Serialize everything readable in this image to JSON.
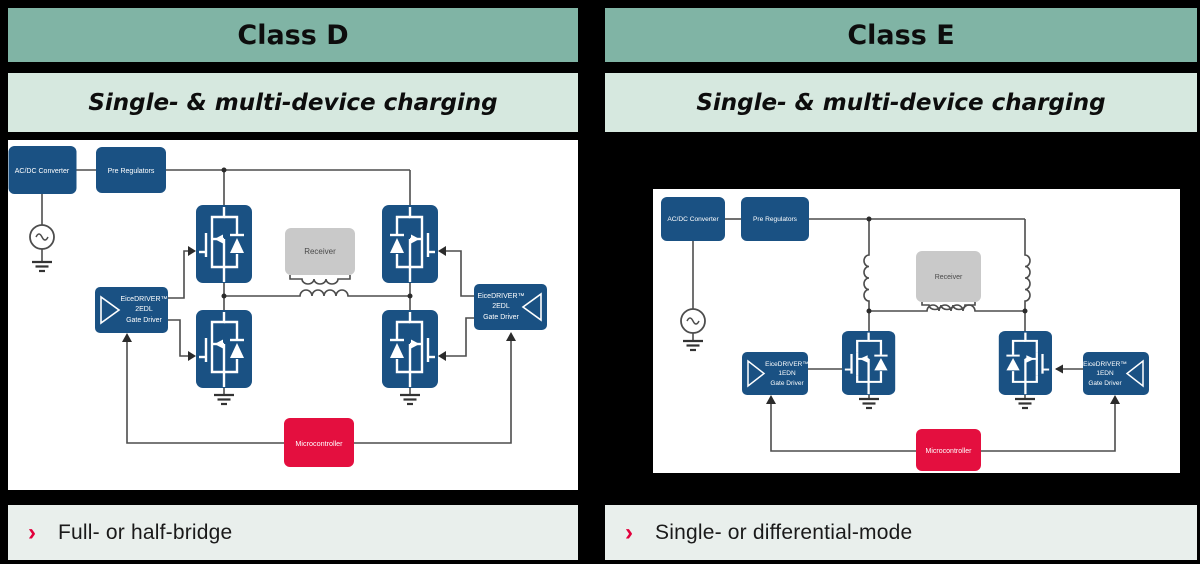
{
  "colors": {
    "header_bg": "#80b4a5",
    "subtitle_bg": "#d6e8df",
    "bullet_bg": "#e9efec",
    "box_blue": "#1a5183",
    "box_red": "#e40f3f",
    "receiver_gray": "#c9c9c9",
    "chevron_red": "#e2003c"
  },
  "panels": [
    {
      "title": "Class D",
      "subtitle": "Single- & multi-device charging",
      "bullet_marker": "›",
      "bullet": "Full- or half-bridge",
      "diagram": {
        "acdc_label": "AC/DC Converter",
        "prereg_label": "Pre Regulators",
        "receiver_label": "Receiver",
        "mcu_label": "Microcontroller",
        "left_driver": {
          "line1": "EiceDRIVER™",
          "line2": "2EDL",
          "line3": "Gate Driver"
        },
        "right_driver": {
          "line1": "EiceDRIVER™",
          "line2": "2EDL",
          "line3": "Gate Driver"
        }
      }
    },
    {
      "title": "Class E",
      "subtitle": "Single- & multi-device charging",
      "bullet_marker": "›",
      "bullet": "Single- or differential-mode",
      "diagram": {
        "acdc_label": "AC/DC Converter",
        "prereg_label": "Pre Regulators",
        "receiver_label": "Receiver",
        "mcu_label": "Microcontroller",
        "left_driver": {
          "line1": "EiceDRIVER™",
          "line2": "1EDN",
          "line3": "Gate Driver"
        },
        "right_driver": {
          "line1": "EiceDRIVER™",
          "line2": "1EDN",
          "line3": "Gate Driver"
        }
      }
    }
  ]
}
